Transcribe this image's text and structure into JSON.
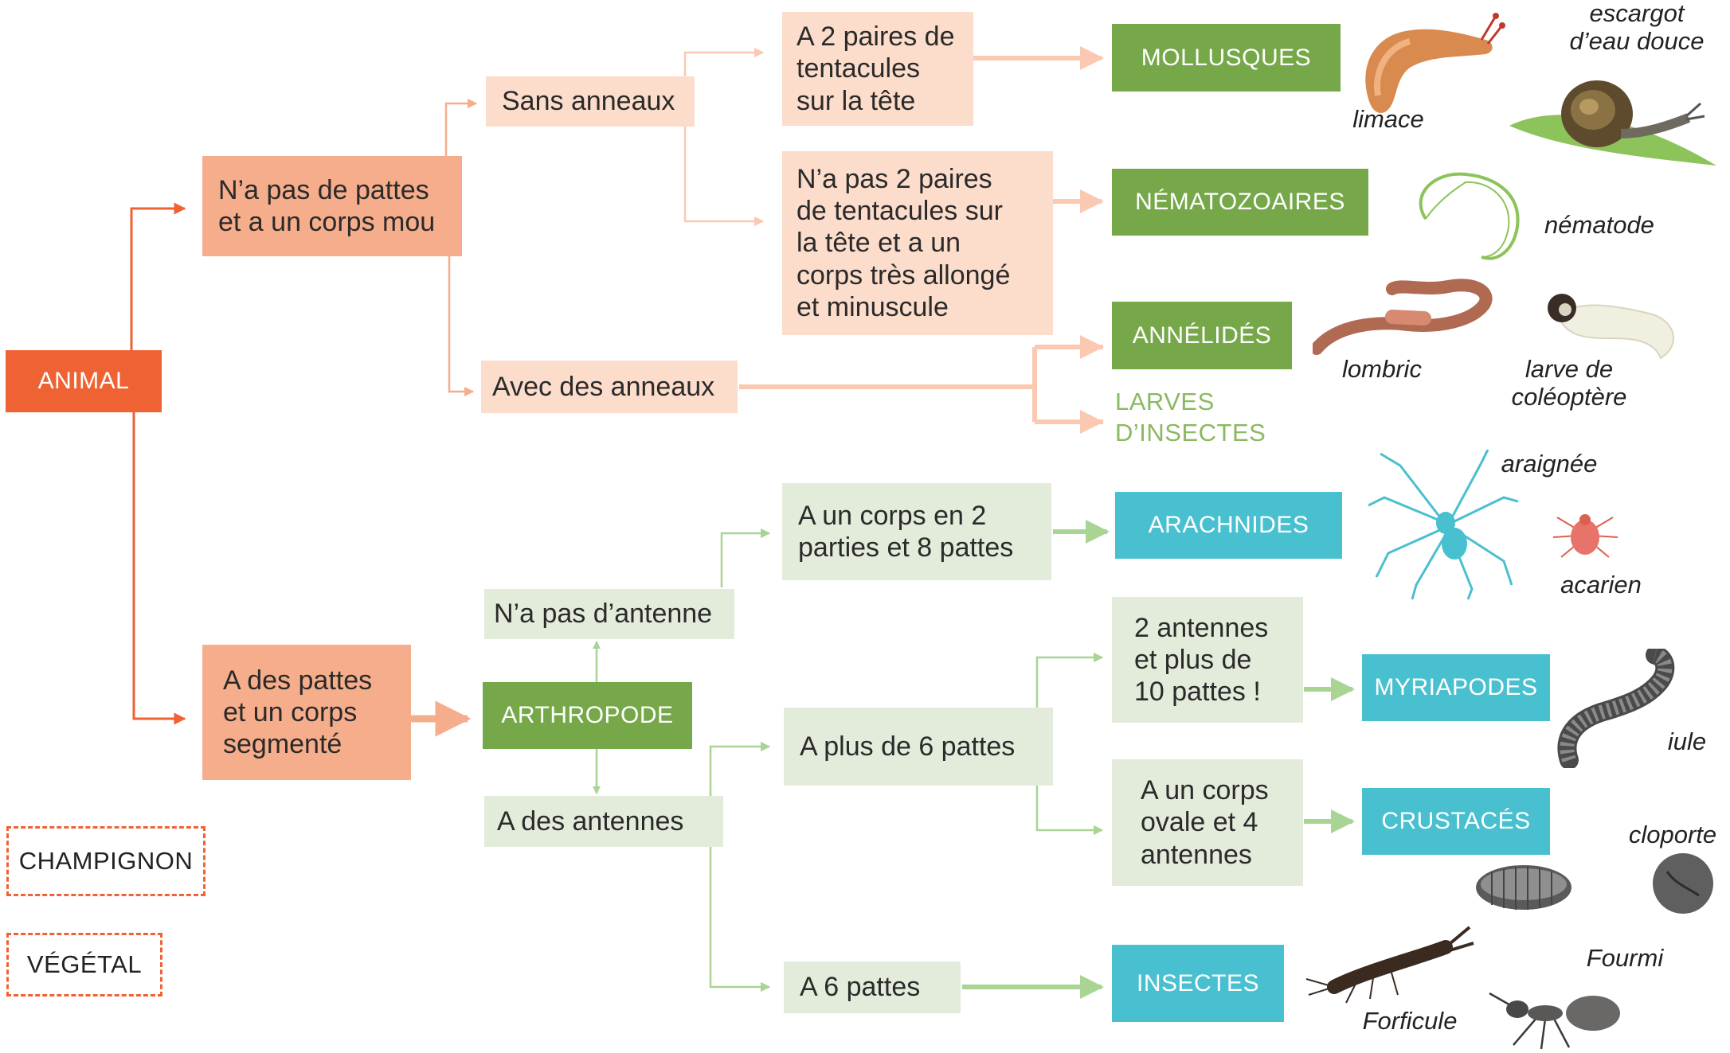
{
  "nodes": {
    "animal": "ANIMAL",
    "no_legs": "N’a pas de pattes\net a un corps mou",
    "legs": "A des pattes\net un corps\nsegmenté",
    "no_rings": "Sans anneaux",
    "rings": "Avec des anneaux",
    "two_pairs": "A 2 paires de\ntentacules\nsur la tête",
    "not_two_pairs": "N’a pas 2 paires\nde tentacules sur\nla tête et a un\ncorps très allongé\net minuscule",
    "arthropode": "ARTHROPODE",
    "no_antenna": "N’a pas d’antenne",
    "antennas": "A des antennes",
    "body2": "A un corps en 2\nparties et 8 pattes",
    "more6": "A plus de 6 pattes",
    "six": "A 6 pattes",
    "myria_crit": "2 antennes\net plus de\n10 pattes !",
    "crust_crit": "A un corps\novale et 4\nantennes"
  },
  "groups": {
    "mollusques": "MOLLUSQUES",
    "nematozoaires": "NÉMATOZOAIRES",
    "annelides": "ANNÉLIDÉS",
    "larves": "LARVES\nD’INSECTES",
    "arachnides": "ARACHNIDES",
    "myriapodes": "MYRIAPODES",
    "crustaces": "CRUSTACÉS",
    "insectes": "INSECTES"
  },
  "others": {
    "champignon": "CHAMPIGNON",
    "vegetal": "VÉGÉTAL"
  },
  "captions": {
    "escargot": "escargot\nd’eau douce",
    "limace": "limace",
    "nematode": "nématode",
    "lombric": "lombric",
    "larve": "larve de\ncoléoptère",
    "araignee": "araignée",
    "acarien": "acarien",
    "iule": "iule",
    "cloporte": "cloporte",
    "fourmi": "Fourmi",
    "forficule": "Forficule"
  },
  "colors": {
    "animal": "#ef6234",
    "salmon": "#f6ad8b",
    "peach": "#fcdcca",
    "sage": "#e3ecdb",
    "green": "#76a84a",
    "teal": "#49c0cf"
  },
  "icons": [
    "limace-illustration",
    "escargot-illustration",
    "nematode-illustration",
    "lombric-illustration",
    "larve-illustration",
    "araignee-illustration",
    "acarien-illustration",
    "iule-illustration",
    "cloporte-illustration",
    "fourmi-illustration",
    "forficule-illustration"
  ]
}
